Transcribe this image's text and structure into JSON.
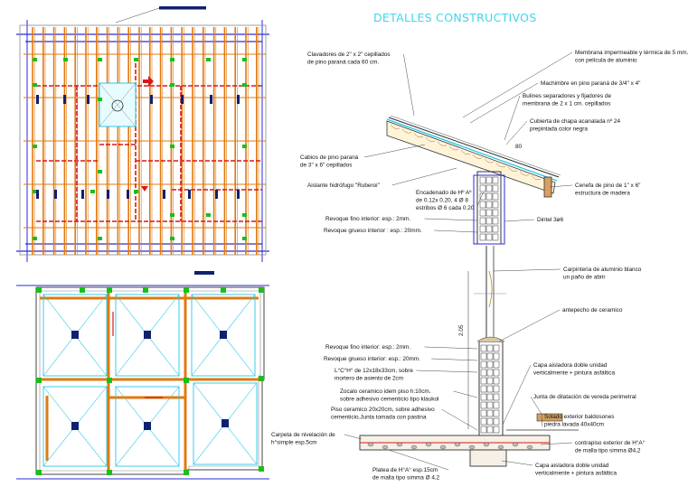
{
  "title": "DETALLES CONSTRUCTIVOS",
  "dimension_label": "2.05",
  "slope_label": "80",
  "labels": {
    "clavadores": [
      "Clavadores de 2\" x 2\" cepillados",
      "de pino paraná cada 60 cm."
    ],
    "membrana": [
      "Membrana impermeable y térmica de 5 mm.",
      "con película de aluminio"
    ],
    "machimbre": [
      "Machimbre en pino paraná de 3/4\" x 4\""
    ],
    "bulines": [
      "Bulines separadores y fijadores de",
      "membrana de 2 x 1 cm. cepillados"
    ],
    "cubierta": [
      "Cubierta de chapa acanalada nº 24",
      "prepintada color negra"
    ],
    "cabios": [
      "Cabios de pino paraná",
      "de 3\" x 6\" cepillados"
    ],
    "aislante": [
      "Aislante hidrófugo \"Ruberoi\""
    ],
    "encadenado": [
      "Encadenado de Hº Aº",
      "de 0.12x 0.20, 4 Ø 8",
      "estribos Ø 6 cada 0.20"
    ],
    "cenefa": [
      "Cenefa de pino de 1\" x 6\"",
      "estructura de madera"
    ],
    "revoque_fino_1": [
      "Revoque fino interior: esp.: 2mm."
    ],
    "revoque_grueso_1": [
      "Revoque grueso interior : esp.: 20mm."
    ],
    "dintel": [
      "Dintel 3ø6"
    ],
    "carpinteria": [
      "Carpinteria de aluminio blanco",
      "un paño de abrir"
    ],
    "antepecho": [
      "antepecho de ceramico"
    ],
    "revoque_fino_2": [
      "Revoque fino interior: esp.: 2mm."
    ],
    "revoque_grueso_2": [
      "Revoque grueso interior: esp.: 20mm."
    ],
    "ladrillo": [
      "L°C°H° de 12x18x33cm, sobre",
      "mortero de asiento de 2cm"
    ],
    "capa_1": [
      "Capa aisladora doble unidad",
      "verticalmente + pintura asfáltica"
    ],
    "zocalo": [
      "Zocalo ceramico idem piso h:10cm.",
      "sobre adhesivo cementicio tipo klaukol"
    ],
    "junta": [
      "Junta de dilatación de vereda perimetral"
    ],
    "piso": [
      "Piso ceramico 20x20cm, sobre adhesivo",
      "cementicio.Junta tomada con pastina"
    ],
    "solado": [
      "Solado exterior baldosones",
      "piedra lavada 40x40cm"
    ],
    "carpeta": [
      "Carpeta de nivelación de",
      "h°simple esp.5cm"
    ],
    "contrapiso": [
      "contrapiso exterior de H°A°",
      "de malla tipo simma Ø4,2"
    ],
    "platea": [
      "Platea de H°A° esp.15cm",
      "de malla tipo simma Ø 4,2"
    ],
    "capa_2": [
      "Capa aisladora doble unidad",
      "verticalmente + pintura asfáltica"
    ]
  },
  "colors": {
    "title": "#3fd6ea",
    "blue_line": "#2a2ad8",
    "cyan": "#28c8e8",
    "orange": "#e07a10",
    "red": "#d81818",
    "green": "#18c018",
    "dark_blue": "#102070"
  }
}
